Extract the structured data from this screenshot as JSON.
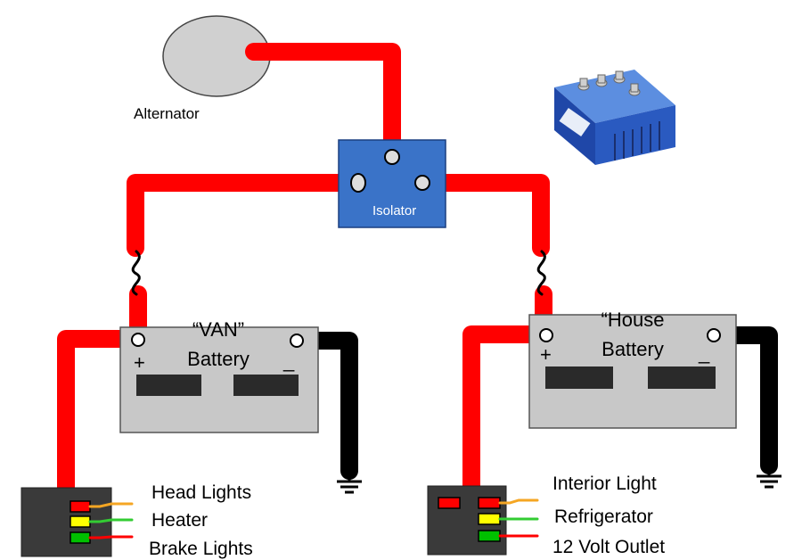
{
  "labels": {
    "alternator": "Alternator",
    "isolator": "Isolator",
    "van_battery_line1": "“VAN”",
    "van_battery_line2": "Battery",
    "house_battery_line1": "“House",
    "house_battery_line2": "Battery",
    "plus": "+",
    "minus": "_"
  },
  "van_loads": [
    "Head Lights",
    "Heater",
    "Brake Lights"
  ],
  "house_loads": [
    "Interior Light",
    "Refrigerator",
    "12 Volt Outlet"
  ],
  "colors": {
    "wire_positive": "#ff0000",
    "wire_ground": "#000000",
    "battery_body": "#c8c8c8",
    "isolator_body": "#3a73c8",
    "alternator_body": "#d0d0d0",
    "fuse_panel": "#3a3a3a",
    "led_red": "#ff0000",
    "led_yellow": "#ffff00",
    "led_green": "#00c000",
    "lead_orange": "#f5a623",
    "lead_green": "#33cc33",
    "lead_red": "#ff0000"
  }
}
